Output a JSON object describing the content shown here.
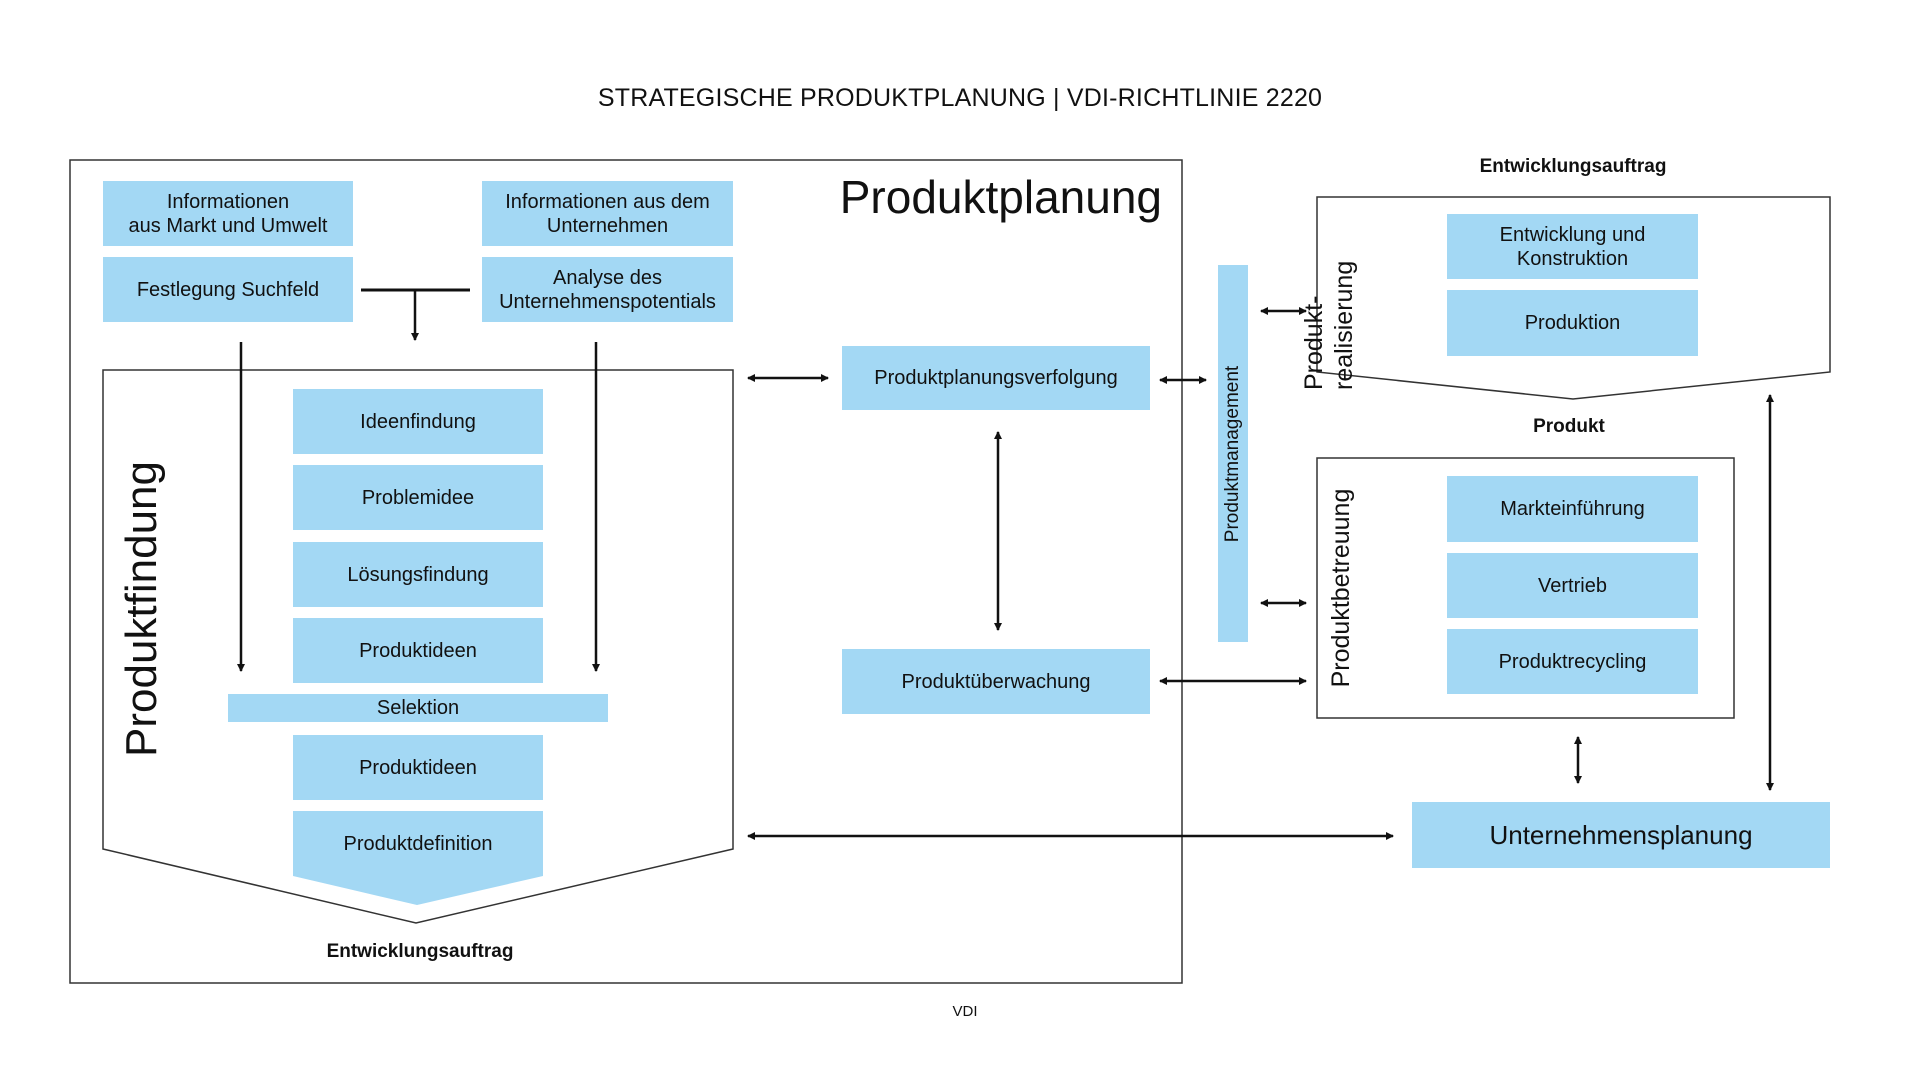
{
  "title": "STRATEGISCHE PRODUKTPLANUNG | VDI-RICHTLINIE 2220",
  "footer": "VDI",
  "colors": {
    "box_fill": "#a3d8f4",
    "line": "#111111"
  },
  "produktplanung": {
    "label": "Produktplanung",
    "inputs": {
      "market_info": "Informationen\naus Markt und Umwelt",
      "search_field": "Festlegung Suchfeld",
      "company_info": "Informationen aus dem\nUnternehmen",
      "potential_analysis": "Analyse des\nUnternehmenspotentials"
    },
    "produktfindung": {
      "label": "Produktfindung",
      "steps": [
        "Ideenfindung",
        "Problemidee",
        "Lösungsfindung",
        "Produktideen"
      ],
      "selection": "Selektion",
      "post_steps": [
        "Produktideen",
        "Produktdefinition"
      ],
      "output_label": "Entwicklungsauftrag"
    },
    "tracking": "Produktplanungsverfolgung",
    "monitoring": "Produktüberwachung"
  },
  "produktmanagement": "Produktmanagement",
  "produktrealisierung": {
    "input_label": "Entwicklungsauftrag",
    "label_line1": "Produkt-",
    "label_line2": "realisierung",
    "steps": [
      "Entwicklung und\nKonstruktion",
      "Produktion"
    ],
    "output_label": "Produkt"
  },
  "produktbetreuung": {
    "label": "Produktbetreuung",
    "steps": [
      "Markteinführung",
      "Vertrieb",
      "Produktrecycling"
    ]
  },
  "unternehmensplanung": "Unternehmensplanung"
}
